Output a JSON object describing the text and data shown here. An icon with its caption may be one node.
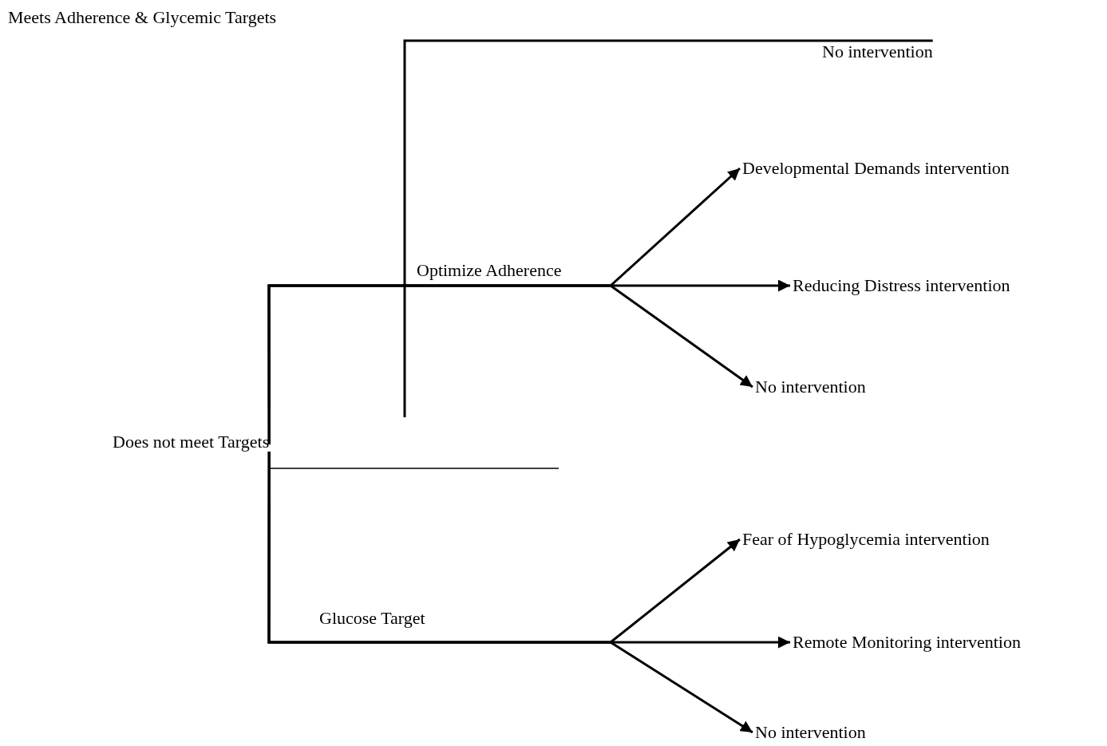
{
  "diagram": {
    "nodes": [
      {
        "text": [
          "No intervention"
        ]
      },
      {
        "text": [
          "Developmental Demands intervention"
        ]
      },
      {
        "text": [
          "Reducing Distress intervention"
        ]
      },
      {
        "text": [
          "No intervention"
        ]
      },
      {
        "text": [
          "Does not meet Targets"
        ]
      },
      {
        "text": [
          "Fear of Hypoglycemia intervention"
        ]
      },
      {
        "text": [
          "Remote Monitoring intervention"
        ]
      },
      {
        "text": [
          "No intervention"
        ]
      }
    ],
    "edges": [
      {
        "from": null,
        "to": 0,
        "arrow": "none"
      },
      {
        "from": 4,
        "to": 1,
        "arrow": "to"
      },
      {
        "from": 4,
        "to": 2,
        "label": "Optimize Adherence",
        "arrow": "to"
      },
      {
        "from": 4,
        "to": 3,
        "arrow": "to"
      },
      {
        "from": 4,
        "to": 5,
        "arrow": "to"
      },
      {
        "from": 4,
        "to": 6,
        "label": "Glucose Target",
        "arrow": "to"
      },
      {
        "from": 4,
        "to": 7,
        "arrow": "to"
      }
    ],
    "labels": [
      "Meets Adherence & Glycemic Targets"
    ]
  }
}
